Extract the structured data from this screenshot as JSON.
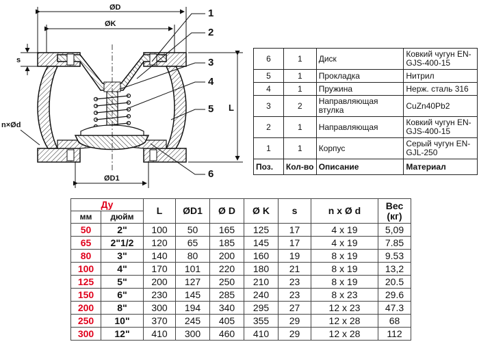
{
  "drawing": {
    "dim_D": "ØD",
    "dim_K": "ØK",
    "dim_D1": "ØD1",
    "dim_s": "s",
    "dim_L": "L",
    "dim_nd": "n×Ød",
    "callouts": [
      "1",
      "2",
      "3",
      "4",
      "5",
      "6"
    ]
  },
  "parts_table": {
    "headers": [
      "Поз.",
      "Кол-во",
      "Описание",
      "Материал"
    ],
    "rows": [
      {
        "pos": "6",
        "qty": "1",
        "desc": "Диск",
        "mat": "Ковкий чугун EN-GJS-400-15"
      },
      {
        "pos": "5",
        "qty": "1",
        "desc": "Прокладка",
        "mat": "Нитрил"
      },
      {
        "pos": "4",
        "qty": "1",
        "desc": "Пружина",
        "mat": "Нерж. сталь 316"
      },
      {
        "pos": "3",
        "qty": "2",
        "desc": "Направляющая втулка",
        "mat": "CuZn40Pb2"
      },
      {
        "pos": "2",
        "qty": "1",
        "desc": "Направляющая",
        "mat": "Ковкий чугун EN-GJS-400-15"
      },
      {
        "pos": "1",
        "qty": "1",
        "desc": "Корпус",
        "mat": "Серый чугун EN-GJL-250"
      }
    ]
  },
  "size_table": {
    "header_dn": "Ду",
    "header_mm": "мм",
    "header_inch": "дюйм",
    "header_L": "L",
    "header_D1": "ØD1",
    "header_D": "Ø D",
    "header_K": "Ø K",
    "header_s": "s",
    "header_nd": "n x Ø d",
    "header_weight": "Вес (кг)",
    "rows": [
      {
        "mm": "50",
        "inch": "2\"",
        "L": "100",
        "D1": "50",
        "D": "165",
        "K": "125",
        "s": "17",
        "nd": "4 x 19",
        "w": "5,09"
      },
      {
        "mm": "65",
        "inch": "2\"1/2",
        "L": "120",
        "D1": "65",
        "D": "185",
        "K": "145",
        "s": "17",
        "nd": "4 x 19",
        "w": "7.85"
      },
      {
        "mm": "80",
        "inch": "3\"",
        "L": "140",
        "D1": "80",
        "D": "200",
        "K": "160",
        "s": "19",
        "nd": "8 x 19",
        "w": "9.53"
      },
      {
        "mm": "100",
        "inch": "4\"",
        "L": "170",
        "D1": "101",
        "D": "220",
        "K": "180",
        "s": "21",
        "nd": "8 x 19",
        "w": "13,2"
      },
      {
        "mm": "125",
        "inch": "5\"",
        "L": "200",
        "D1": "127",
        "D": "250",
        "K": "210",
        "s": "23",
        "nd": "8 x 19",
        "w": "20.5"
      },
      {
        "mm": "150",
        "inch": "6\"",
        "L": "230",
        "D1": "145",
        "D": "285",
        "K": "240",
        "s": "23",
        "nd": "8 x 23",
        "w": "29.6"
      },
      {
        "mm": "200",
        "inch": "8\"",
        "L": "300",
        "D1": "194",
        "D": "340",
        "K": "295",
        "s": "27",
        "nd": "12 x 23",
        "w": "47.3"
      },
      {
        "mm": "250",
        "inch": "10\"",
        "L": "370",
        "D1": "245",
        "D": "405",
        "K": "355",
        "s": "29",
        "nd": "12 x 28",
        "w": "68"
      },
      {
        "mm": "300",
        "inch": "12\"",
        "L": "410",
        "D1": "300",
        "D": "460",
        "K": "410",
        "s": "29",
        "nd": "12 x 28",
        "w": "112"
      }
    ]
  },
  "colors": {
    "accent": "#e0001b",
    "line": "#111111",
    "hatch": "#222222"
  }
}
